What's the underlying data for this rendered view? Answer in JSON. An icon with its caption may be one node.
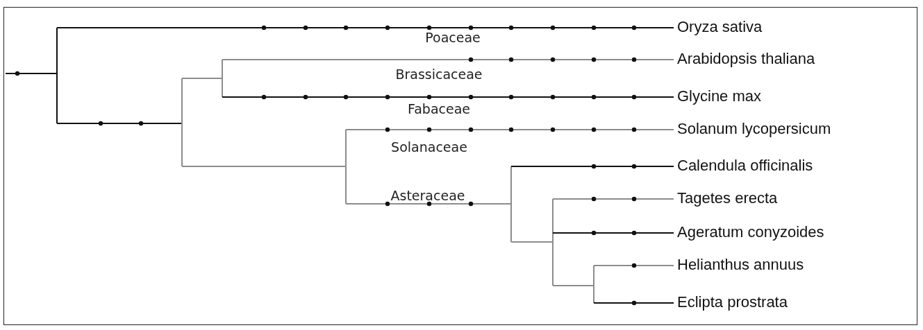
{
  "diagram": {
    "nodes": [
      {
        "text": [
          "Oryza sativa"
        ]
      },
      {
        "text": [
          "Arabidopsis thaliana"
        ]
      },
      {
        "text": [
          "Glycine max"
        ]
      },
      {
        "text": [
          "Solanum lycopersicum"
        ]
      },
      {
        "text": [
          "Calendula officinalis"
        ]
      },
      {
        "text": [
          "Tagetes erecta"
        ]
      },
      {
        "text": [
          "Ageratum conyzoides"
        ]
      },
      {
        "text": [
          "Helianthus annuus"
        ]
      },
      {
        "text": [
          "Eclipta prostrata"
        ]
      }
    ],
    "edges": [
      {
        "from": null,
        "to": 0,
        "arrow": "none"
      },
      {
        "from": null,
        "to": 1,
        "arrow": "none",
        "color": "#8c8c8c"
      },
      {
        "from": null,
        "to": 2,
        "arrow": "none"
      },
      {
        "from": null,
        "to": 3,
        "arrow": "none",
        "color": "#8c8c8c"
      },
      {
        "from": null,
        "to": 4,
        "arrow": "none"
      },
      {
        "from": null,
        "to": 5,
        "arrow": "none",
        "color": "#8c8c8c"
      },
      {
        "from": null,
        "to": 6,
        "arrow": "none"
      },
      {
        "from": null,
        "to": 7,
        "arrow": "none",
        "color": "#8c8c8c"
      },
      {
        "from": null,
        "to": 8,
        "arrow": "none"
      }
    ],
    "labels": [
      "Poaceae",
      "Brassicaceae",
      "Fabaceae",
      "Solanaceae",
      "Asteraceae"
    ]
  }
}
